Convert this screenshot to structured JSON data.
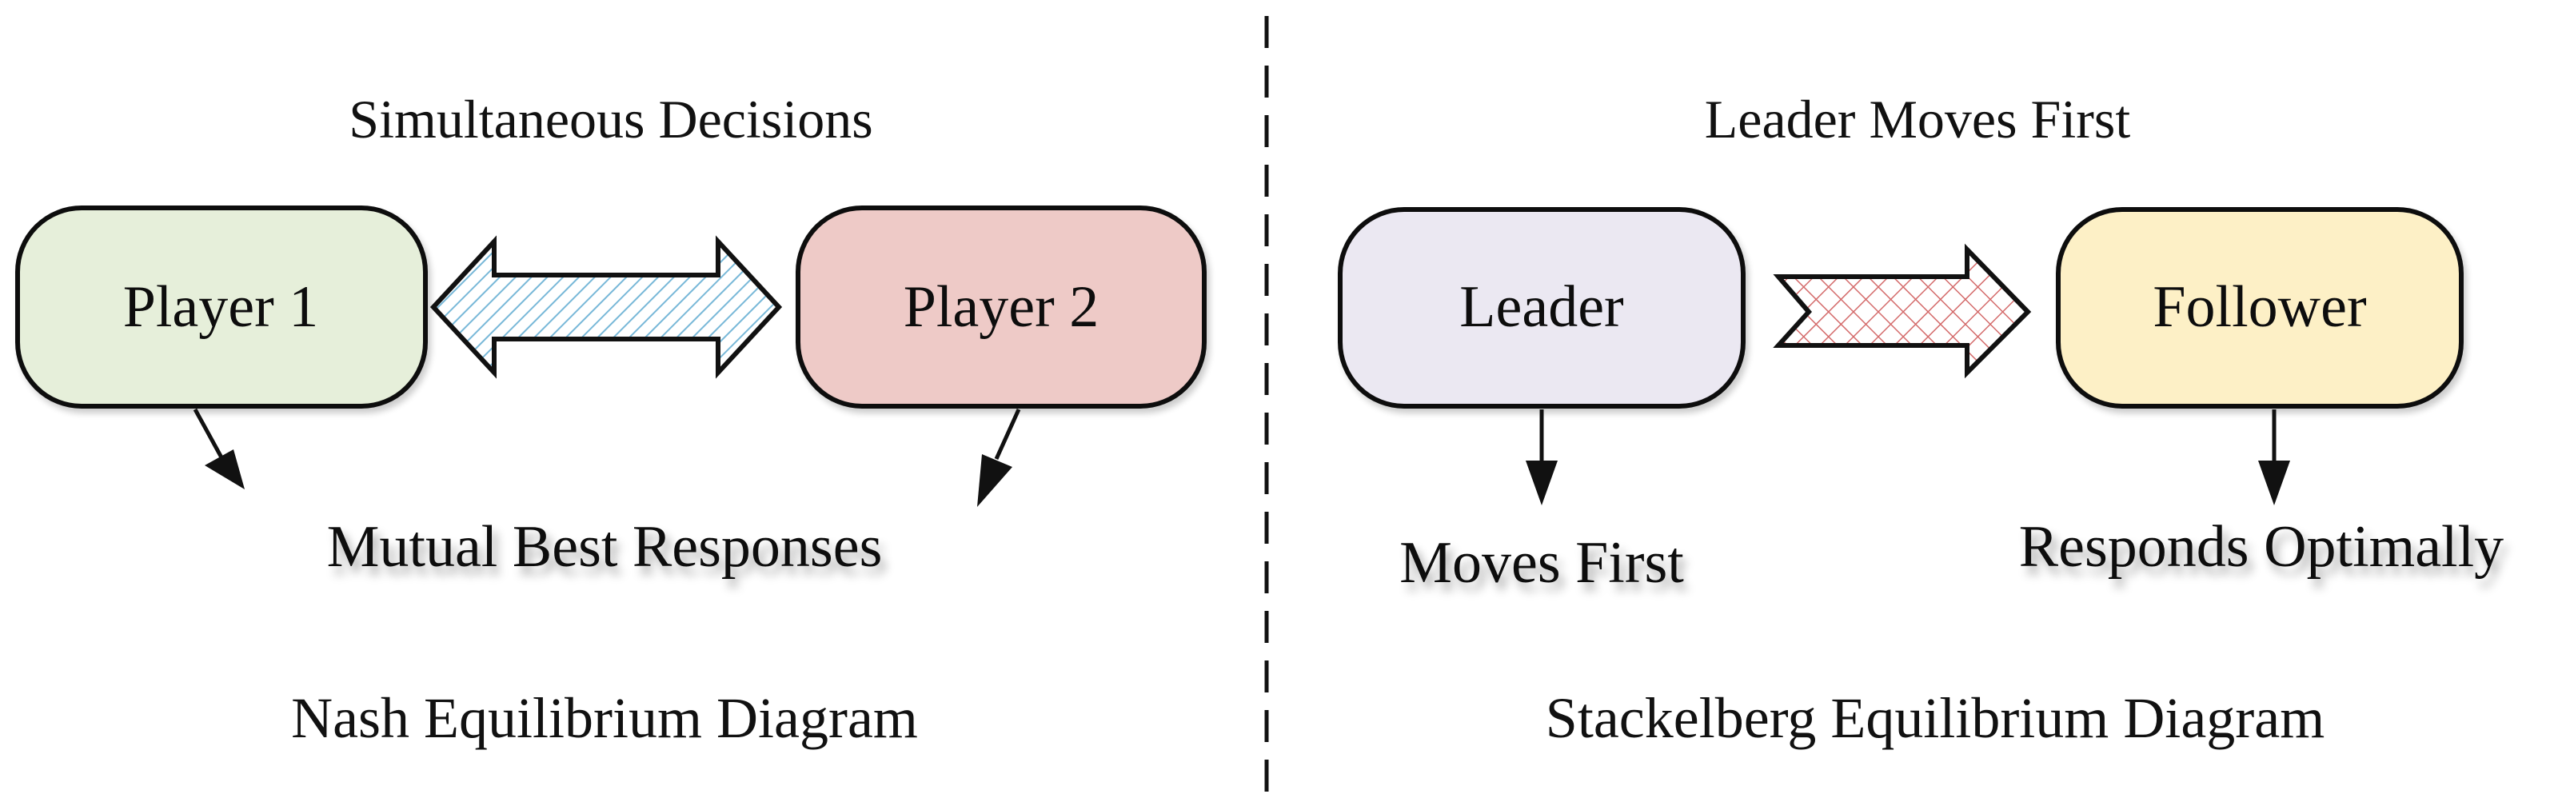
{
  "nash": {
    "heading": "Simultaneous Decisions",
    "player1": {
      "label": "Player 1",
      "fill": "#e6efda"
    },
    "player2": {
      "label": "Player 2",
      "fill": "#eecac7"
    },
    "outcome": "Mutual Best Responses",
    "caption": "Nash Equilibrium Diagram",
    "arrow_pattern_color": "#78b8d8"
  },
  "stackelberg": {
    "heading": "Leader Moves First",
    "leader": {
      "label": "Leader",
      "fill": "#ebe8f2"
    },
    "follower": {
      "label": "Follower",
      "fill": "#fdf0c6"
    },
    "leader_note": "Moves First",
    "follower_note": "Responds Optimally",
    "caption": "Stackelberg Equilibrium Diagram",
    "arrow_pattern_color": "#d46b6b"
  }
}
